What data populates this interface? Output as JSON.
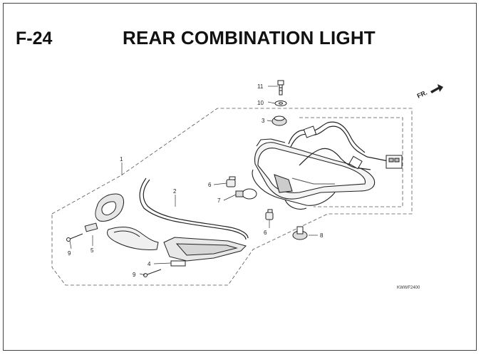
{
  "header": {
    "page_code": "F-24",
    "title": "REAR COMBINATION LIGHT"
  },
  "callouts": {
    "c1": "1",
    "c2": "2",
    "c3": "3",
    "c4": "4",
    "c5": "5",
    "c6a": "6",
    "c6b": "6",
    "c7": "7",
    "c8": "8",
    "c9a": "9",
    "c9b": "9",
    "c10": "10",
    "c11": "11"
  },
  "direction_label": "FR.",
  "drawing_code": "KWWF2400",
  "icons": [
    "fr-arrow-icon"
  ]
}
